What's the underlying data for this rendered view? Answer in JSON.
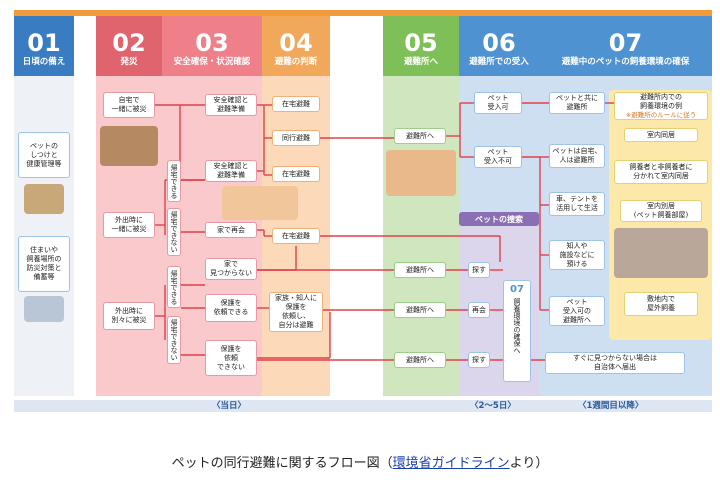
{
  "headers": [
    {
      "num": "01",
      "title": "日頃の備え",
      "color": "#3a7cc2"
    },
    {
      "num": "02",
      "title": "発災",
      "color": "#e0646e"
    },
    {
      "num": "03",
      "title": "安全確保・状況確認",
      "color": "#ef7f89"
    },
    {
      "num": "04",
      "title": "避難の判断",
      "color": "#f2a85a"
    },
    {
      "num": "05",
      "title": "避難所へ",
      "color": "#7fbf58"
    },
    {
      "num": "06",
      "title": "避難所での受入",
      "color": "#4f92d1"
    },
    {
      "num": "07",
      "title": "避難中のペットの飼養環境の確保",
      "color": "#4f92d1"
    }
  ],
  "col01": [
    "ペットの\nしつけと\n健康管理等",
    "住まいや\n飼養場所の\n防災対策と\n備蓄等"
  ],
  "col02": [
    "自宅で\n一緒に被災",
    "外出時に\n一緒に被災",
    "外出時に\n別々に被災"
  ],
  "vertical": [
    "帰宅できる",
    "帰宅できない",
    "帰宅できる",
    "帰宅できない"
  ],
  "col03": [
    "安全確認と\n避難準備",
    "安全確認と\n避難準備",
    "家で再会",
    "家で\n見つからない",
    "保護を\n依頼できる",
    "保護を\n依頼\nできない"
  ],
  "col04": [
    "在宅避難",
    "同行避難",
    "在宅避難",
    "在宅避難",
    "家族・知人に\n保護を\n依頼し、\n自分は避難"
  ],
  "col05": [
    "避難所へ",
    "避難所へ",
    "避難所へ",
    "避難所へ"
  ],
  "col06": [
    "ペット\n受入可",
    "ペット\n受入不可",
    "探す",
    "再会",
    "探す"
  ],
  "search_label": "ペットの捜索",
  "col06_num": "07",
  "col06_vertical": "飼養環境の確保へ",
  "col07": [
    "ペットと共に\n避難所",
    "ペットは自宅、\n人は避難所",
    "車、テントを\n活用して生活",
    "知人や\n施設などに\n預ける",
    "ペット\n受入可の\n避難所へ"
  ],
  "example_title": "避難所内での\n飼養環境の例",
  "example_note": "※避難所のルールに従う",
  "examples": [
    "室内同居",
    "飼養者と非飼養者に\n分かれて室内同居",
    "室内別居\n(ペット飼養部屋)",
    "敷地内で\n屋外飼養"
  ],
  "not_found": "すぐに見つからない場合は\n自治体へ届出",
  "timeline": [
    "〈当日〉",
    "〈2～5日〉",
    "〈1週間目以降〉"
  ],
  "caption_text": "ペットの同行避難に関するフロー図（",
  "caption_link": "環境省ガイドライン",
  "caption_tail": "より）",
  "colors": {
    "orange_top": "#f29a3a",
    "grey_bg": "#eef1f5",
    "pink_bg": "#f9c9cc",
    "peach_bg": "#fbd9b9",
    "green_bg": "#cfe6bf",
    "blue_bg": "#cfdff2",
    "lav_bg": "#dcd6ec",
    "yellow_bg": "#fce8a8",
    "line": "#e0404a"
  }
}
